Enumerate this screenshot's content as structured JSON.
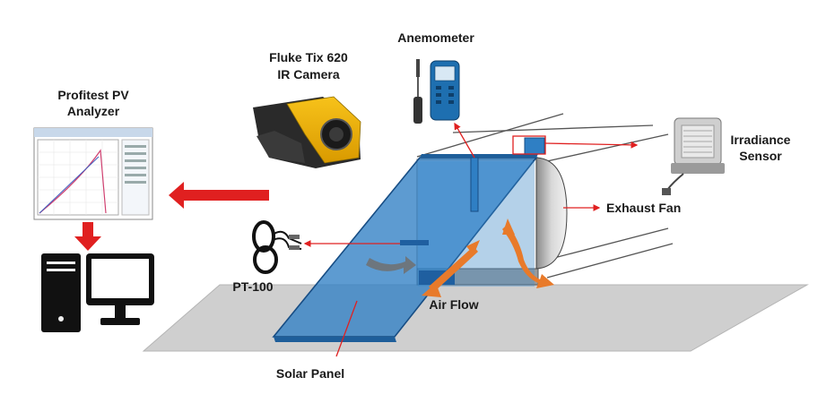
{
  "labels": {
    "analyzer_line1": "Profitest PV",
    "analyzer_line2": "Analyzer",
    "camera_line1": "Fluke Tix 620",
    "camera_line2": "IR Camera",
    "anemometer": "Anemometer",
    "irradiance_line1": "Irradiance",
    "irradiance_line2": "Sensor",
    "exhaust_fan": "Exhaust Fan",
    "pt100": "PT-100",
    "air_flow": "Air Flow",
    "solar_panel": "Solar Panel"
  },
  "colors": {
    "panel_blue": "#2f7fc4",
    "flow_orange": "#e87a2a",
    "signal_red": "#e02020",
    "floor_gray": "#cfcfcf"
  },
  "icons": [
    "pv-analyzer-screen-icon",
    "computer-icon",
    "ir-camera-icon",
    "anemometer-icon",
    "irradiance-sensor-icon",
    "pt100-sensor-icon",
    "exhaust-fan-icon"
  ]
}
